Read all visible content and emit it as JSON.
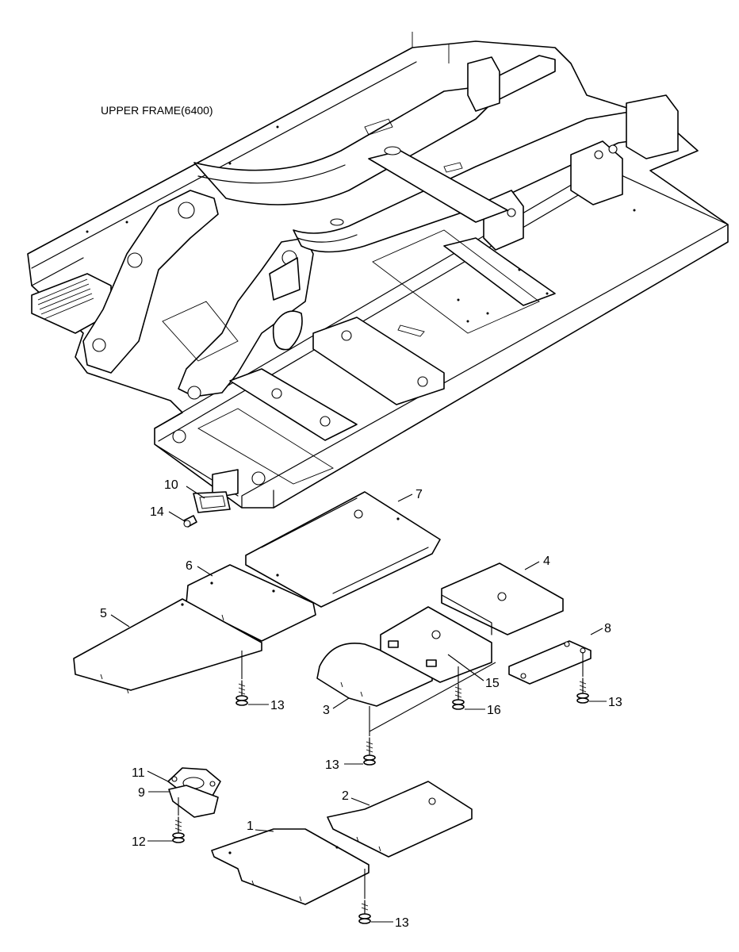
{
  "title": "UPPER FRAME(6400)",
  "callouts": {
    "c1": "1",
    "c2": "2",
    "c3": "3",
    "c4": "4",
    "c5": "5",
    "c6": "6",
    "c7": "7",
    "c8": "8",
    "c9": "9",
    "c10": "10",
    "c11": "11",
    "c12": "12",
    "c13a": "13",
    "c13b": "13",
    "c13c": "13",
    "c13d": "13",
    "c14": "14",
    "c15": "15",
    "c16": "16"
  }
}
